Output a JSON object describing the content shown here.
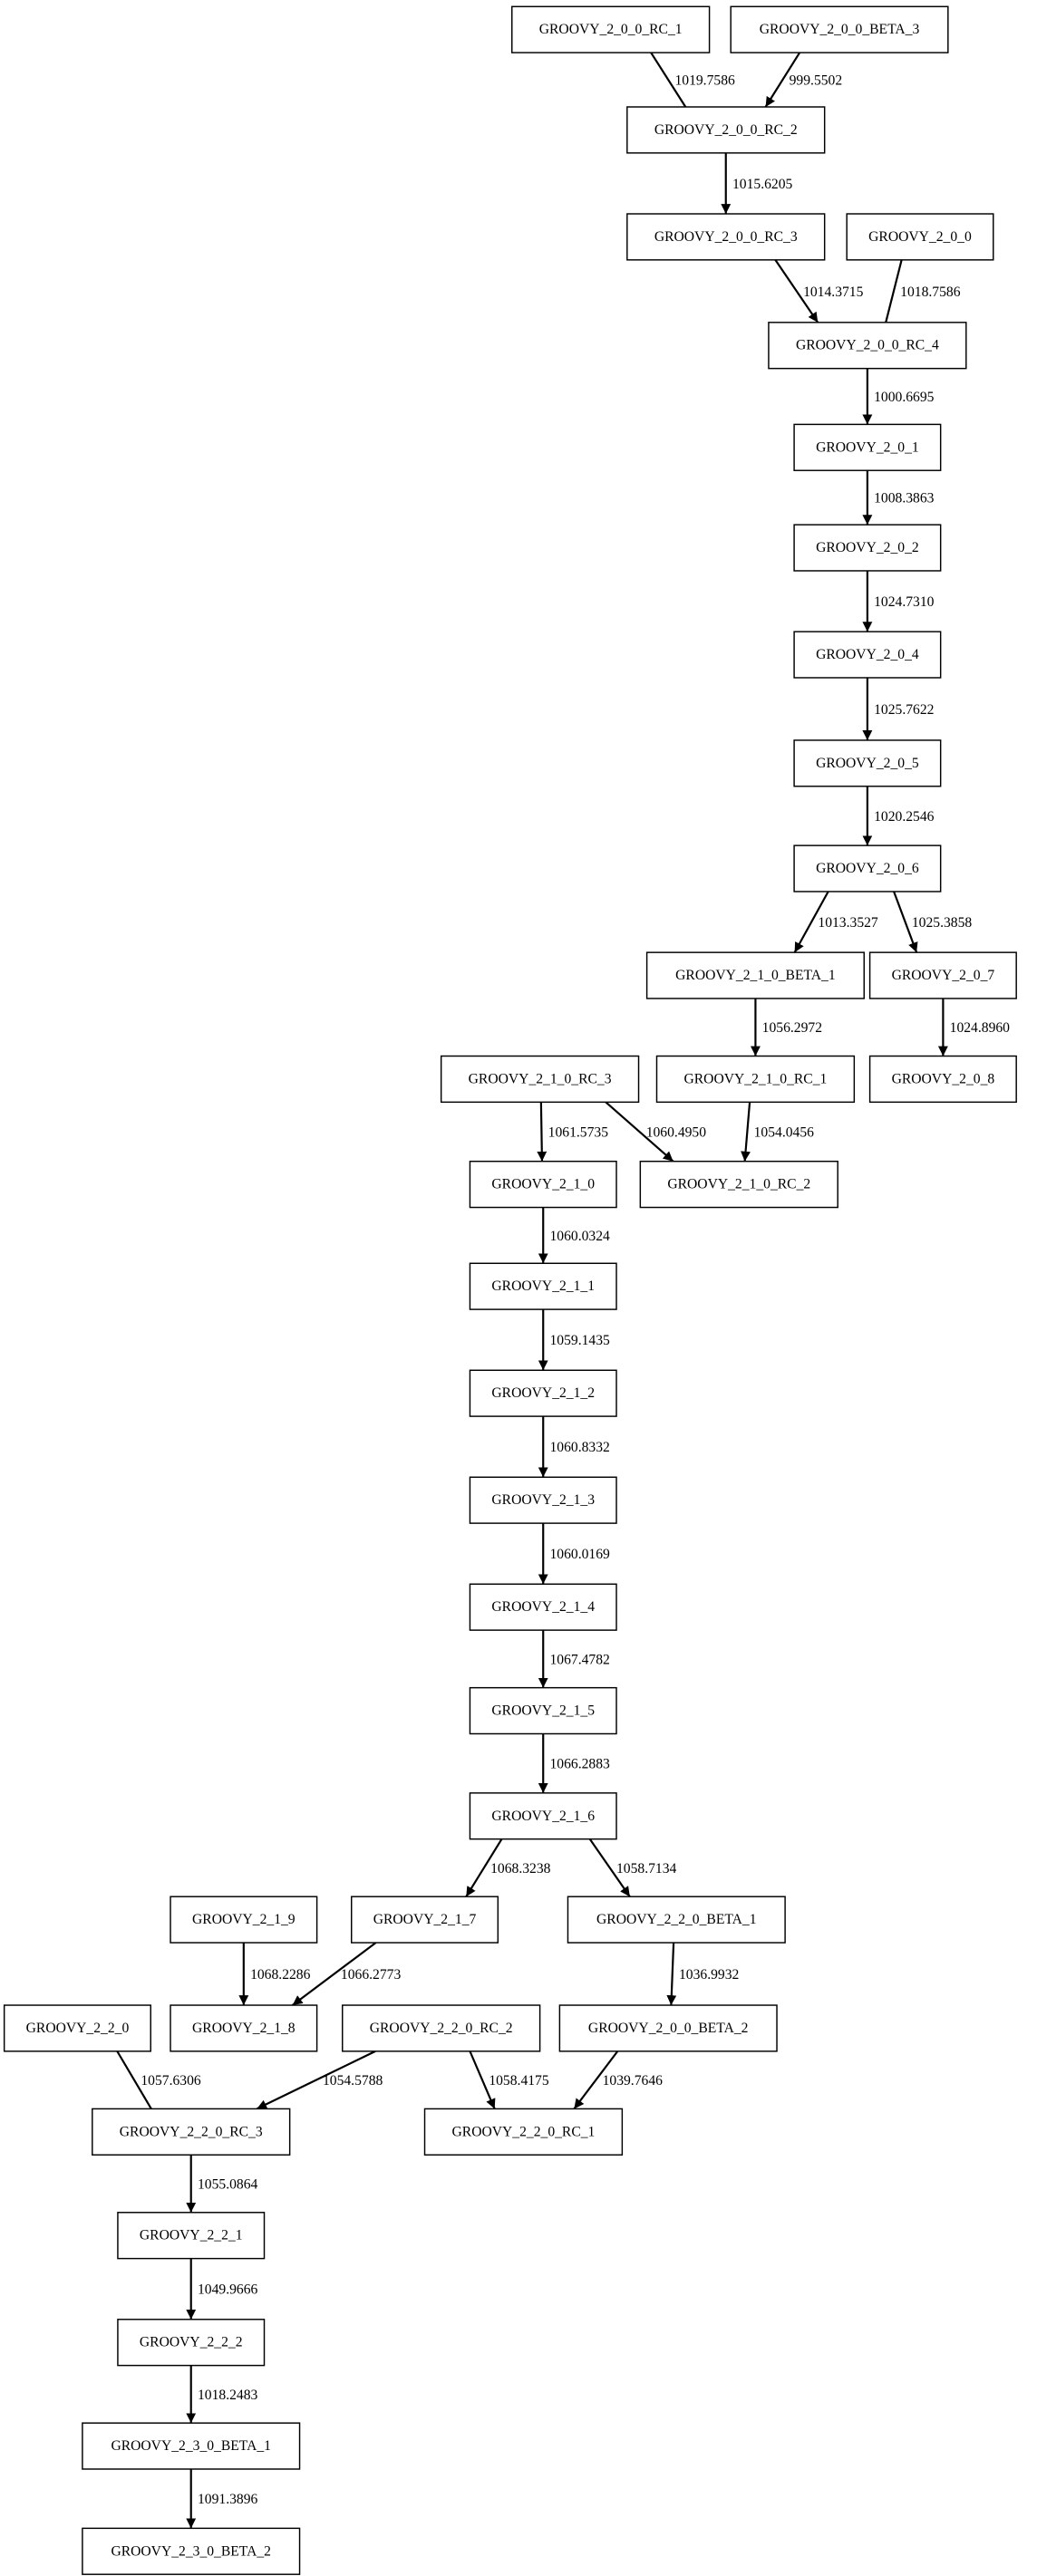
{
  "graph": {
    "nodes": [
      {
        "id": "n_200rc1",
        "label": "GROOVY_2_0_0_RC_1"
      },
      {
        "id": "n_200b3",
        "label": "GROOVY_2_0_0_BETA_3"
      },
      {
        "id": "n_200rc2",
        "label": "GROOVY_2_0_0_RC_2"
      },
      {
        "id": "n_200rc3",
        "label": "GROOVY_2_0_0_RC_3"
      },
      {
        "id": "n_200",
        "label": "GROOVY_2_0_0"
      },
      {
        "id": "n_200rc4",
        "label": "GROOVY_2_0_0_RC_4"
      },
      {
        "id": "n_201",
        "label": "GROOVY_2_0_1"
      },
      {
        "id": "n_202",
        "label": "GROOVY_2_0_2"
      },
      {
        "id": "n_204",
        "label": "GROOVY_2_0_4"
      },
      {
        "id": "n_205",
        "label": "GROOVY_2_0_5"
      },
      {
        "id": "n_206",
        "label": "GROOVY_2_0_6"
      },
      {
        "id": "n_210b1",
        "label": "GROOVY_2_1_0_BETA_1"
      },
      {
        "id": "n_207",
        "label": "GROOVY_2_0_7"
      },
      {
        "id": "n_210rc3",
        "label": "GROOVY_2_1_0_RC_3"
      },
      {
        "id": "n_210rc1",
        "label": "GROOVY_2_1_0_RC_1"
      },
      {
        "id": "n_208",
        "label": "GROOVY_2_0_8"
      },
      {
        "id": "n_210",
        "label": "GROOVY_2_1_0"
      },
      {
        "id": "n_210rc2",
        "label": "GROOVY_2_1_0_RC_2"
      },
      {
        "id": "n_211",
        "label": "GROOVY_2_1_1"
      },
      {
        "id": "n_212",
        "label": "GROOVY_2_1_2"
      },
      {
        "id": "n_213",
        "label": "GROOVY_2_1_3"
      },
      {
        "id": "n_214",
        "label": "GROOVY_2_1_4"
      },
      {
        "id": "n_215",
        "label": "GROOVY_2_1_5"
      },
      {
        "id": "n_216",
        "label": "GROOVY_2_1_6"
      },
      {
        "id": "n_219",
        "label": "GROOVY_2_1_9"
      },
      {
        "id": "n_217",
        "label": "GROOVY_2_1_7"
      },
      {
        "id": "n_220b1",
        "label": "GROOVY_2_2_0_BETA_1"
      },
      {
        "id": "n_220",
        "label": "GROOVY_2_2_0"
      },
      {
        "id": "n_218",
        "label": "GROOVY_2_1_8"
      },
      {
        "id": "n_220rc2",
        "label": "GROOVY_2_2_0_RC_2"
      },
      {
        "id": "n_200b2",
        "label": "GROOVY_2_0_0_BETA_2"
      },
      {
        "id": "n_220rc3",
        "label": "GROOVY_2_2_0_RC_3"
      },
      {
        "id": "n_220rc1",
        "label": "GROOVY_2_2_0_RC_1"
      },
      {
        "id": "n_221",
        "label": "GROOVY_2_2_1"
      },
      {
        "id": "n_222",
        "label": "GROOVY_2_2_2"
      },
      {
        "id": "n_230b1",
        "label": "GROOVY_2_3_0_BETA_1"
      },
      {
        "id": "n_230b2",
        "label": "GROOVY_2_3_0_BETA_2"
      }
    ],
    "edges": [
      {
        "from": "n_200rc1",
        "to": "n_200rc2",
        "label": "1019.7586",
        "arrow": false
      },
      {
        "from": "n_200b3",
        "to": "n_200rc2",
        "label": "999.5502",
        "arrow": true
      },
      {
        "from": "n_200rc2",
        "to": "n_200rc3",
        "label": "1015.6205",
        "arrow": true
      },
      {
        "from": "n_200rc3",
        "to": "n_200rc4",
        "label": "1014.3715",
        "arrow": true
      },
      {
        "from": "n_200",
        "to": "n_200rc4",
        "label": "1018.7586",
        "arrow": false
      },
      {
        "from": "n_200rc4",
        "to": "n_201",
        "label": "1000.6695",
        "arrow": true
      },
      {
        "from": "n_201",
        "to": "n_202",
        "label": "1008.3863",
        "arrow": true
      },
      {
        "from": "n_202",
        "to": "n_204",
        "label": "1024.7310",
        "arrow": true
      },
      {
        "from": "n_204",
        "to": "n_205",
        "label": "1025.7622",
        "arrow": true
      },
      {
        "from": "n_205",
        "to": "n_206",
        "label": "1020.2546",
        "arrow": true
      },
      {
        "from": "n_206",
        "to": "n_210b1",
        "label": "1013.3527",
        "arrow": true
      },
      {
        "from": "n_206",
        "to": "n_207",
        "label": "1025.3858",
        "arrow": true
      },
      {
        "from": "n_210b1",
        "to": "n_210rc1",
        "label": "1056.2972",
        "arrow": true
      },
      {
        "from": "n_207",
        "to": "n_208",
        "label": "1024.8960",
        "arrow": true
      },
      {
        "from": "n_210rc3",
        "to": "n_210",
        "label": "1061.5735",
        "arrow": true
      },
      {
        "from": "n_210rc3",
        "to": "n_210rc2",
        "label": "1060.4950",
        "arrow": true
      },
      {
        "from": "n_210rc1",
        "to": "n_210rc2",
        "label": "1054.0456",
        "arrow": true
      },
      {
        "from": "n_210",
        "to": "n_211",
        "label": "1060.0324",
        "arrow": true
      },
      {
        "from": "n_211",
        "to": "n_212",
        "label": "1059.1435",
        "arrow": true
      },
      {
        "from": "n_212",
        "to": "n_213",
        "label": "1060.8332",
        "arrow": true
      },
      {
        "from": "n_213",
        "to": "n_214",
        "label": "1060.0169",
        "arrow": true
      },
      {
        "from": "n_214",
        "to": "n_215",
        "label": "1067.4782",
        "arrow": true
      },
      {
        "from": "n_215",
        "to": "n_216",
        "label": "1066.2883",
        "arrow": true
      },
      {
        "from": "n_216",
        "to": "n_217",
        "label": "1068.3238",
        "arrow": true
      },
      {
        "from": "n_216",
        "to": "n_220b1",
        "label": "1058.7134",
        "arrow": true
      },
      {
        "from": "n_219",
        "to": "n_218",
        "label": "1068.2286",
        "arrow": true
      },
      {
        "from": "n_217",
        "to": "n_218",
        "label": "1066.2773",
        "arrow": true
      },
      {
        "from": "n_220b1",
        "to": "n_200b2",
        "label": "1036.9932",
        "arrow": true
      },
      {
        "from": "n_220",
        "to": "n_220rc3",
        "label": "1057.6306",
        "arrow": false
      },
      {
        "from": "n_220rc2",
        "to": "n_220rc3",
        "label": "1054.5788",
        "arrow": true
      },
      {
        "from": "n_220rc2",
        "to": "n_220rc1",
        "label": "1058.4175",
        "arrow": true
      },
      {
        "from": "n_200b2",
        "to": "n_220rc1",
        "label": "1039.7646",
        "arrow": true
      },
      {
        "from": "n_220rc3",
        "to": "n_221",
        "label": "1055.0864",
        "arrow": true
      },
      {
        "from": "n_221",
        "to": "n_222",
        "label": "1049.9666",
        "arrow": true
      },
      {
        "from": "n_222",
        "to": "n_230b1",
        "label": "1018.2483",
        "arrow": true
      },
      {
        "from": "n_230b1",
        "to": "n_230b2",
        "label": "1091.3896",
        "arrow": true
      }
    ]
  }
}
